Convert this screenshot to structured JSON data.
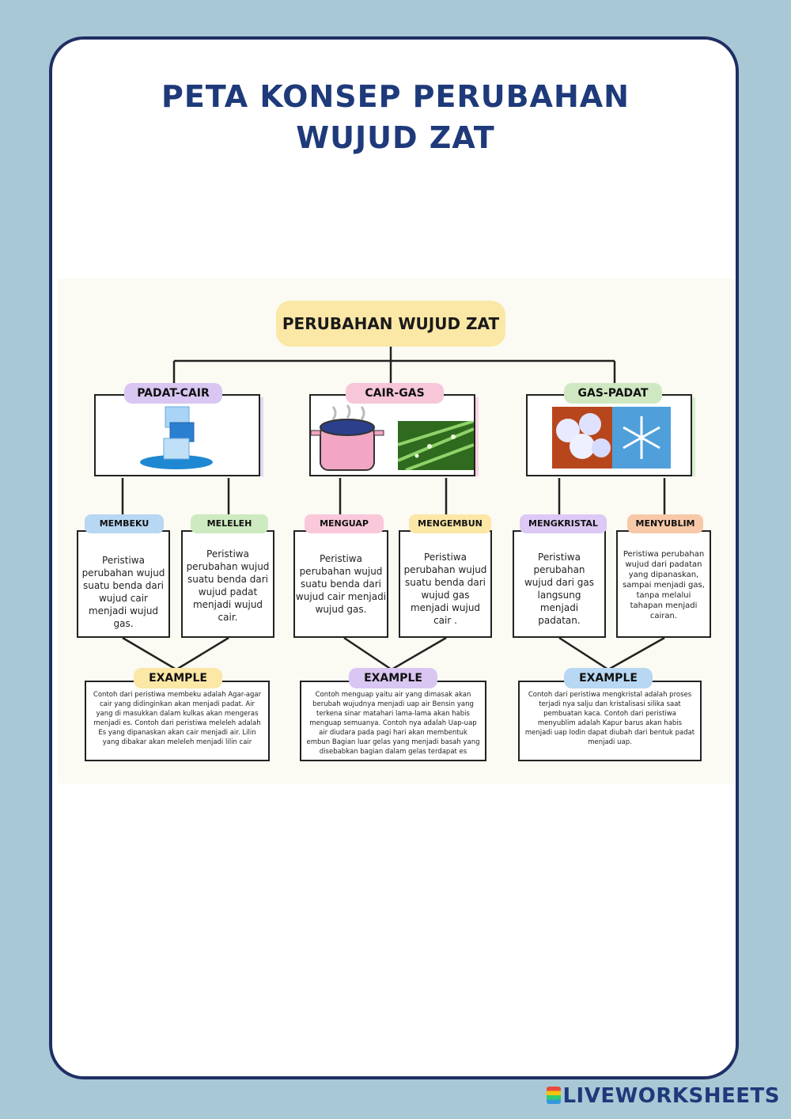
{
  "page": {
    "title_line1": "PETA KONSEP PERUBAHAN",
    "title_line2": "WUJUD ZAT"
  },
  "diagram": {
    "root": "PERUBAHAN WUJUD ZAT",
    "groups": [
      {
        "label": "PADAT-CAIR",
        "color": "#d9c6f2"
      },
      {
        "label": "CAIR-GAS",
        "color": "#f7c6d9"
      },
      {
        "label": "GAS-PADAT",
        "color": "#cfe8c2"
      }
    ],
    "processes": [
      {
        "label": "MEMBEKU",
        "color": "#b7d7f2",
        "def": "Peristiwa perubahan wujud suatu benda dari wujud cair menjadi wujud gas."
      },
      {
        "label": "MELELEH",
        "color": "#cdeac0",
        "def": "Peristiwa perubahan wujud suatu benda dari wujud padat menjadi wujud cair."
      },
      {
        "label": "MENGUAP",
        "color": "#f9c8da",
        "def": "Peristiwa perubahan wujud suatu benda dari wujud cair menjadi wujud gas."
      },
      {
        "label": "MENGEMBUN",
        "color": "#fbe7a6",
        "def": "Peristiwa perubahan wujud suatu benda dari wujud gas menjadi wujud cair ."
      },
      {
        "label": "MENGKRISTAL",
        "color": "#dcc9f5",
        "def": "Peristiwa perubahan wujud dari gas langsung menjadi padatan."
      },
      {
        "label": "MENYUBLIM",
        "color": "#f7c9a8",
        "def": "Peristiwa perubahan wujud dari padatan yang dipanaskan, sampai menjadi gas, tanpa melalui tahapan menjadi cairan."
      }
    ],
    "examples": [
      {
        "label": "EXAMPLE",
        "color": "#fbe7a6",
        "text": "Contoh dari peristiwa membeku adalah Agar-agar cair yang didinginkan akan menjadi padat. Air yang di masukkan dalam kulkas akan mengeras menjadi es. Contoh dari peristiwa meleleh adalah Es yang dipanaskan akan cair menjadi air. Lilin yang dibakar akan meleleh menjadi lilin cair"
      },
      {
        "label": "EXAMPLE",
        "color": "#d9c6f2",
        "text": "Contoh menguap yaitu air yang dimasak akan berubah wujudnya menjadi uap air Bensin yang terkena sinar matahari lama-lama akan habis menguap semuanya. Contoh nya adalah Uap-uap air diudara pada pagi hari akan membentuk embun Bagian luar gelas yang menjadi basah yang disebabkan bagian dalam gelas terdapat es"
      },
      {
        "label": "EXAMPLE",
        "color": "#b7d7f2",
        "text": "Contoh dari peristiwa mengkristal adalah proses terjadi nya salju dan kristalisasi silika saat pembuatan kaca. Contoh dari peristiwa menyublim adalah Kapur barus akan habis menjadi uap Iodin dapat diubah dari bentuk padat menjadi uap."
      }
    ]
  },
  "footer": {
    "brand": "LIVEWORKSHEETS"
  }
}
